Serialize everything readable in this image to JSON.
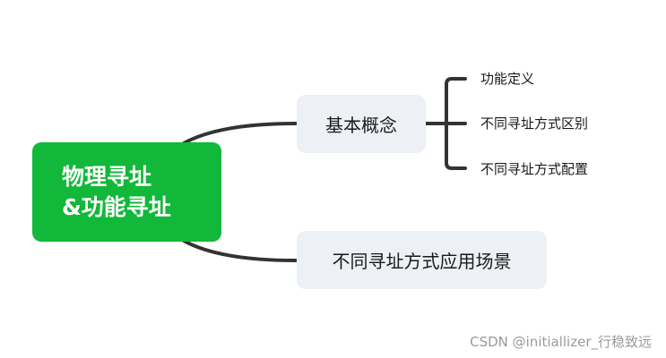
{
  "colors": {
    "root_fill": "#12b83a",
    "topic_fill": "#edf0f4",
    "connector": "#333333",
    "watermark_text": "#9a9a9a"
  },
  "root": {
    "line1": "物理寻址",
    "line2": "&功能寻址"
  },
  "topics": [
    {
      "label": "基本概念",
      "subtopics": [
        "功能定义",
        "不同寻址方式区别",
        "不同寻址方式配置"
      ]
    },
    {
      "label": "不同寻址方式应用场景",
      "subtopics": []
    }
  ],
  "watermark": "CSDN @initiallizer_行稳致远"
}
